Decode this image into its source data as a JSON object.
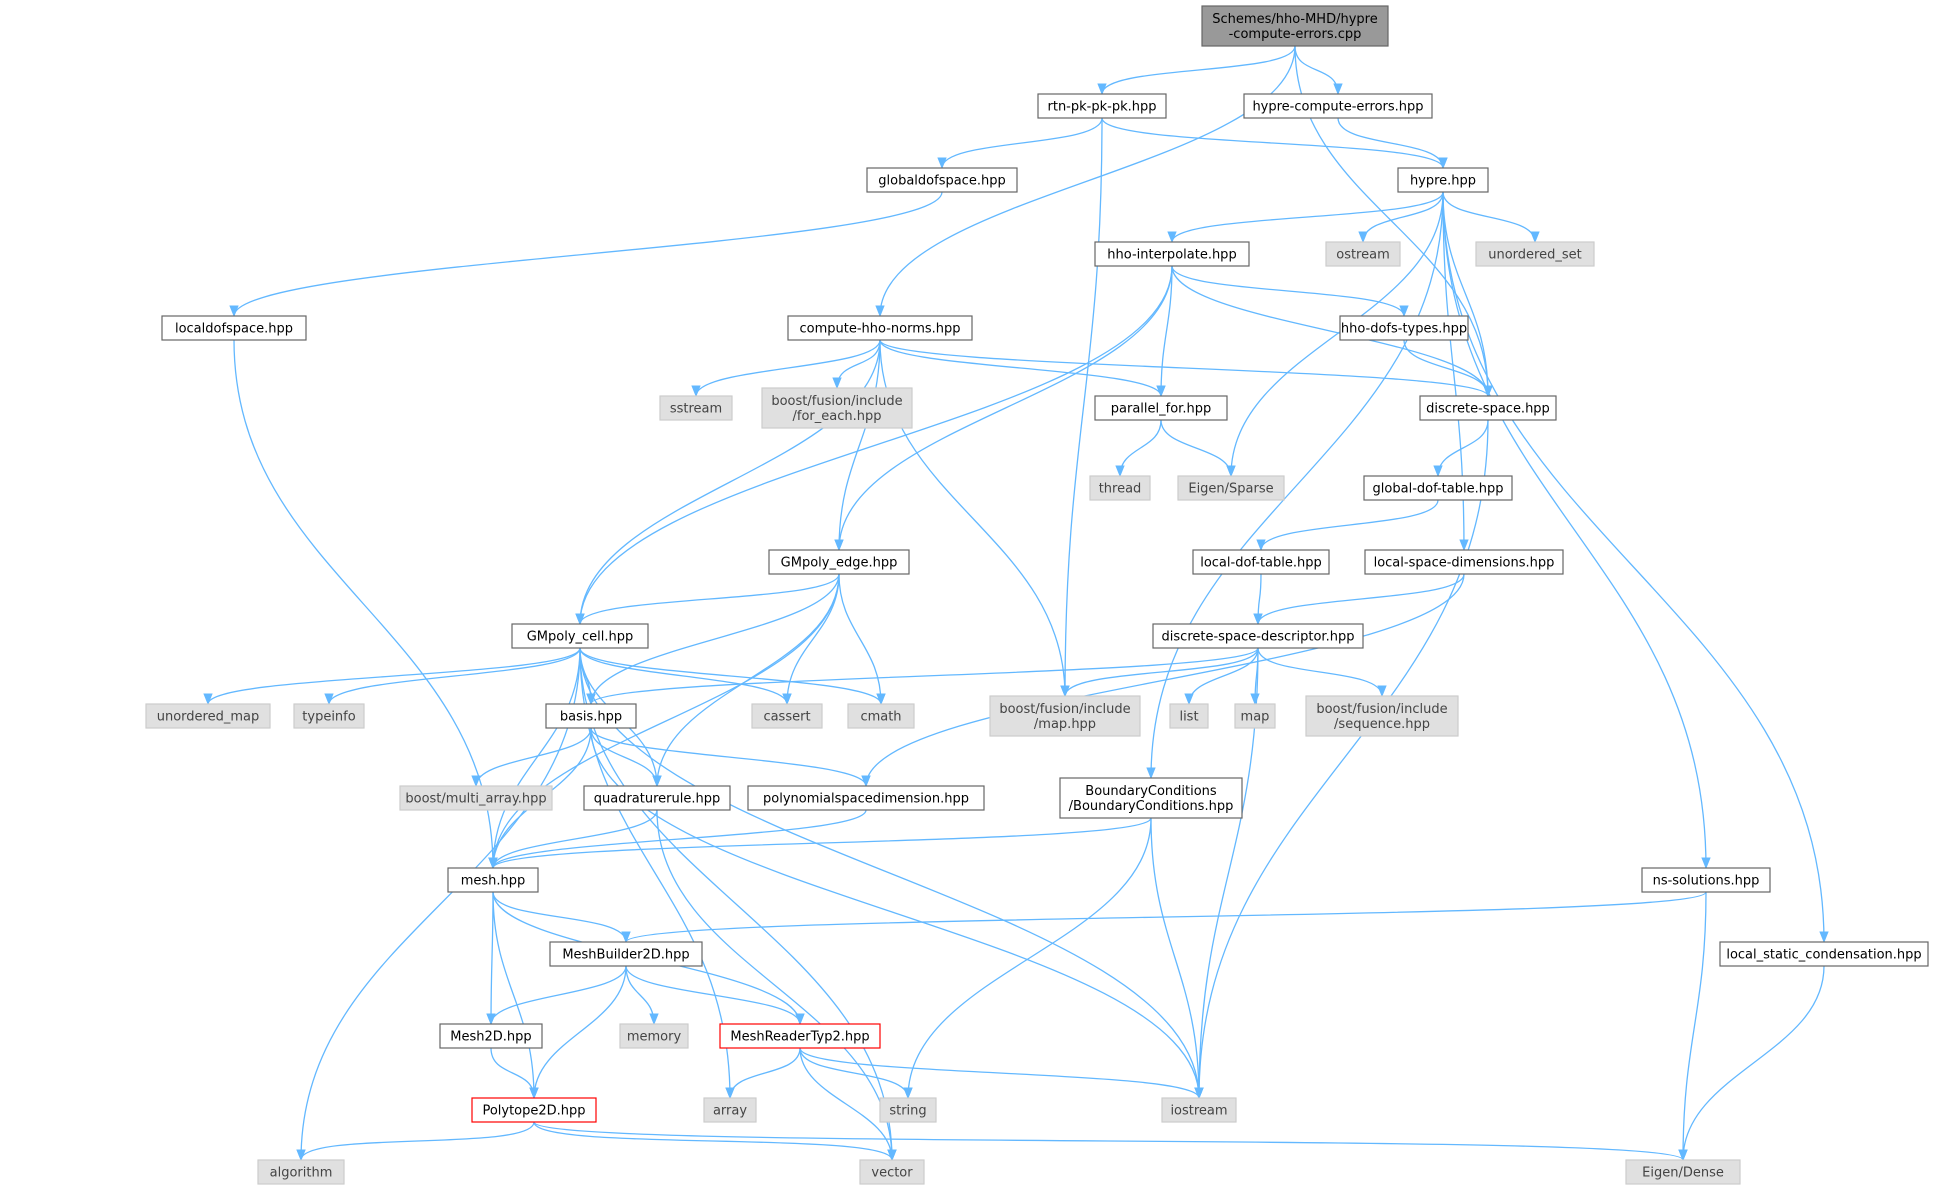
{
  "graph": {
    "colors": {
      "edge": "#63b8ff",
      "root_fill": "#999999",
      "system_fill": "#e0e0e0",
      "error_border": "#ff0000",
      "file_border": "#666666"
    },
    "nodes": [
      {
        "id": "root",
        "kind": "root",
        "lines": [
          "Schemes/hho-MHD/hypre",
          "-compute-errors.cpp"
        ]
      },
      {
        "id": "rtn",
        "kind": "file",
        "lines": [
          "rtn-pk-pk-pk.hpp"
        ]
      },
      {
        "id": "hce",
        "kind": "file",
        "lines": [
          "hypre-compute-errors.hpp"
        ]
      },
      {
        "id": "gdof",
        "kind": "file",
        "lines": [
          "globaldofspace.hpp"
        ]
      },
      {
        "id": "hypre",
        "kind": "file",
        "lines": [
          "hypre.hpp"
        ]
      },
      {
        "id": "hhoi",
        "kind": "file",
        "lines": [
          "hho-interpolate.hpp"
        ]
      },
      {
        "id": "ostream",
        "kind": "sys",
        "lines": [
          "ostream"
        ]
      },
      {
        "id": "uset",
        "kind": "sys",
        "lines": [
          "unordered_set"
        ]
      },
      {
        "id": "ldof",
        "kind": "file",
        "lines": [
          "localdofspace.hpp"
        ]
      },
      {
        "id": "chn",
        "kind": "file",
        "lines": [
          "compute-hho-norms.hpp"
        ]
      },
      {
        "id": "hdt",
        "kind": "file",
        "lines": [
          "hho-dofs-types.hpp"
        ]
      },
      {
        "id": "sstream",
        "kind": "sys",
        "lines": [
          "sstream"
        ]
      },
      {
        "id": "bffe",
        "kind": "sys",
        "lines": [
          "boost/fusion/include",
          "/for_each.hpp"
        ]
      },
      {
        "id": "pfor",
        "kind": "file",
        "lines": [
          "parallel_for.hpp"
        ]
      },
      {
        "id": "ds",
        "kind": "file",
        "lines": [
          "discrete-space.hpp"
        ]
      },
      {
        "id": "thread",
        "kind": "sys",
        "lines": [
          "thread"
        ]
      },
      {
        "id": "esparse",
        "kind": "sys",
        "lines": [
          "Eigen/Sparse"
        ]
      },
      {
        "id": "gdt",
        "kind": "file",
        "lines": [
          "global-dof-table.hpp"
        ]
      },
      {
        "id": "gpe",
        "kind": "file",
        "lines": [
          "GMpoly_edge.hpp"
        ]
      },
      {
        "id": "ldt",
        "kind": "file",
        "lines": [
          "local-dof-table.hpp"
        ]
      },
      {
        "id": "lsd",
        "kind": "file",
        "lines": [
          "local-space-dimensions.hpp"
        ]
      },
      {
        "id": "gpc",
        "kind": "file",
        "lines": [
          "GMpoly_cell.hpp"
        ]
      },
      {
        "id": "dsd",
        "kind": "file",
        "lines": [
          "discrete-space-descriptor.hpp"
        ]
      },
      {
        "id": "umap",
        "kind": "sys",
        "lines": [
          "unordered_map"
        ]
      },
      {
        "id": "typeinfo",
        "kind": "sys",
        "lines": [
          "typeinfo"
        ]
      },
      {
        "id": "basis",
        "kind": "file",
        "lines": [
          "basis.hpp"
        ]
      },
      {
        "id": "cassert",
        "kind": "sys",
        "lines": [
          "cassert"
        ]
      },
      {
        "id": "cmath",
        "kind": "sys",
        "lines": [
          "cmath"
        ]
      },
      {
        "id": "bfmap",
        "kind": "sys",
        "lines": [
          "boost/fusion/include",
          "/map.hpp"
        ]
      },
      {
        "id": "list",
        "kind": "sys",
        "lines": [
          "list"
        ]
      },
      {
        "id": "map",
        "kind": "sys",
        "lines": [
          "map"
        ]
      },
      {
        "id": "bfseq",
        "kind": "sys",
        "lines": [
          "boost/fusion/include",
          "/sequence.hpp"
        ]
      },
      {
        "id": "bma",
        "kind": "sys",
        "lines": [
          "boost/multi_array.hpp"
        ]
      },
      {
        "id": "qr",
        "kind": "file",
        "lines": [
          "quadraturerule.hpp"
        ]
      },
      {
        "id": "psd",
        "kind": "file",
        "lines": [
          "polynomialspacedimension.hpp"
        ]
      },
      {
        "id": "bc",
        "kind": "file",
        "lines": [
          "BoundaryConditions",
          "/BoundaryConditions.hpp"
        ]
      },
      {
        "id": "mesh",
        "kind": "file",
        "lines": [
          "mesh.hpp"
        ]
      },
      {
        "id": "nss",
        "kind": "file",
        "lines": [
          "ns-solutions.hpp"
        ]
      },
      {
        "id": "mb2d",
        "kind": "file",
        "lines": [
          "MeshBuilder2D.hpp"
        ]
      },
      {
        "id": "lsc",
        "kind": "file",
        "lines": [
          "local_static_condensation.hpp"
        ]
      },
      {
        "id": "memory",
        "kind": "sys",
        "lines": [
          "memory"
        ]
      },
      {
        "id": "m2d",
        "kind": "file",
        "lines": [
          "Mesh2D.hpp"
        ]
      },
      {
        "id": "mrt2",
        "kind": "red",
        "lines": [
          "MeshReaderTyp2.hpp"
        ]
      },
      {
        "id": "p2d",
        "kind": "red",
        "lines": [
          "Polytope2D.hpp"
        ]
      },
      {
        "id": "array",
        "kind": "sys",
        "lines": [
          "array"
        ]
      },
      {
        "id": "string",
        "kind": "sys",
        "lines": [
          "string"
        ]
      },
      {
        "id": "iostream",
        "kind": "sys",
        "lines": [
          "iostream"
        ]
      },
      {
        "id": "algorithm",
        "kind": "sys",
        "lines": [
          "algorithm"
        ]
      },
      {
        "id": "vector",
        "kind": "sys",
        "lines": [
          "vector"
        ]
      },
      {
        "id": "edense",
        "kind": "sys",
        "lines": [
          "Eigen/Dense"
        ]
      }
    ],
    "edges": [
      [
        "root",
        "rtn"
      ],
      [
        "root",
        "hce"
      ],
      [
        "root",
        "chn"
      ],
      [
        "root",
        "ds"
      ],
      [
        "rtn",
        "gdof"
      ],
      [
        "rtn",
        "hypre"
      ],
      [
        "rtn",
        "bfmap"
      ],
      [
        "hce",
        "hypre"
      ],
      [
        "gdof",
        "ldof"
      ],
      [
        "ldof",
        "mesh"
      ],
      [
        "hypre",
        "hhoi"
      ],
      [
        "hypre",
        "ostream"
      ],
      [
        "hypre",
        "uset"
      ],
      [
        "hypre",
        "ds"
      ],
      [
        "hypre",
        "esparse"
      ],
      [
        "hypre",
        "lsd"
      ],
      [
        "hypre",
        "bc"
      ],
      [
        "hypre",
        "nss"
      ],
      [
        "hypre",
        "lsc"
      ],
      [
        "hhoi",
        "gpc"
      ],
      [
        "hhoi",
        "pfor"
      ],
      [
        "hhoi",
        "hdt"
      ],
      [
        "hhoi",
        "ds"
      ],
      [
        "hhoi",
        "gpe"
      ],
      [
        "hdt",
        "ds"
      ],
      [
        "chn",
        "sstream"
      ],
      [
        "chn",
        "bffe"
      ],
      [
        "chn",
        "pfor"
      ],
      [
        "chn",
        "ds"
      ],
      [
        "chn",
        "gpe"
      ],
      [
        "chn",
        "gpc"
      ],
      [
        "chn",
        "bfmap"
      ],
      [
        "pfor",
        "thread"
      ],
      [
        "pfor",
        "esparse"
      ],
      [
        "ds",
        "gdt"
      ],
      [
        "ds",
        "iostream"
      ],
      [
        "gdt",
        "ldt"
      ],
      [
        "ldt",
        "dsd"
      ],
      [
        "lsd",
        "dsd"
      ],
      [
        "lsd",
        "psd"
      ],
      [
        "dsd",
        "basis"
      ],
      [
        "dsd",
        "bfmap"
      ],
      [
        "dsd",
        "list"
      ],
      [
        "dsd",
        "map"
      ],
      [
        "dsd",
        "bfseq"
      ],
      [
        "dsd",
        "iostream"
      ],
      [
        "gpe",
        "gpc"
      ],
      [
        "gpe",
        "basis"
      ],
      [
        "gpe",
        "cassert"
      ],
      [
        "gpe",
        "cmath"
      ],
      [
        "gpe",
        "qr"
      ],
      [
        "gpe",
        "mesh"
      ],
      [
        "gpc",
        "umap"
      ],
      [
        "gpc",
        "typeinfo"
      ],
      [
        "gpc",
        "basis"
      ],
      [
        "gpc",
        "cassert"
      ],
      [
        "gpc",
        "cmath"
      ],
      [
        "gpc",
        "qr"
      ],
      [
        "gpc",
        "mesh"
      ],
      [
        "gpc",
        "algorithm"
      ],
      [
        "gpc",
        "array"
      ],
      [
        "gpc",
        "iostream"
      ],
      [
        "gpc",
        "vector"
      ],
      [
        "basis",
        "bma"
      ],
      [
        "basis",
        "qr"
      ],
      [
        "basis",
        "psd"
      ],
      [
        "basis",
        "mesh"
      ],
      [
        "basis",
        "iostream"
      ],
      [
        "qr",
        "mesh"
      ],
      [
        "qr",
        "vector"
      ],
      [
        "psd",
        "mesh"
      ],
      [
        "bc",
        "mesh"
      ],
      [
        "bc",
        "string"
      ],
      [
        "bc",
        "iostream"
      ],
      [
        "mesh",
        "mb2d"
      ],
      [
        "mesh",
        "m2d"
      ],
      [
        "mesh",
        "mrt2"
      ],
      [
        "mesh",
        "p2d"
      ],
      [
        "nss",
        "mb2d"
      ],
      [
        "nss",
        "edense"
      ],
      [
        "lsc",
        "edense"
      ],
      [
        "mb2d",
        "memory"
      ],
      [
        "mb2d",
        "m2d"
      ],
      [
        "mb2d",
        "mrt2"
      ],
      [
        "mb2d",
        "p2d"
      ],
      [
        "m2d",
        "p2d"
      ],
      [
        "mrt2",
        "array"
      ],
      [
        "mrt2",
        "string"
      ],
      [
        "mrt2",
        "iostream"
      ],
      [
        "mrt2",
        "vector"
      ],
      [
        "p2d",
        "algorithm"
      ],
      [
        "p2d",
        "vector"
      ],
      [
        "p2d",
        "edense"
      ]
    ]
  }
}
